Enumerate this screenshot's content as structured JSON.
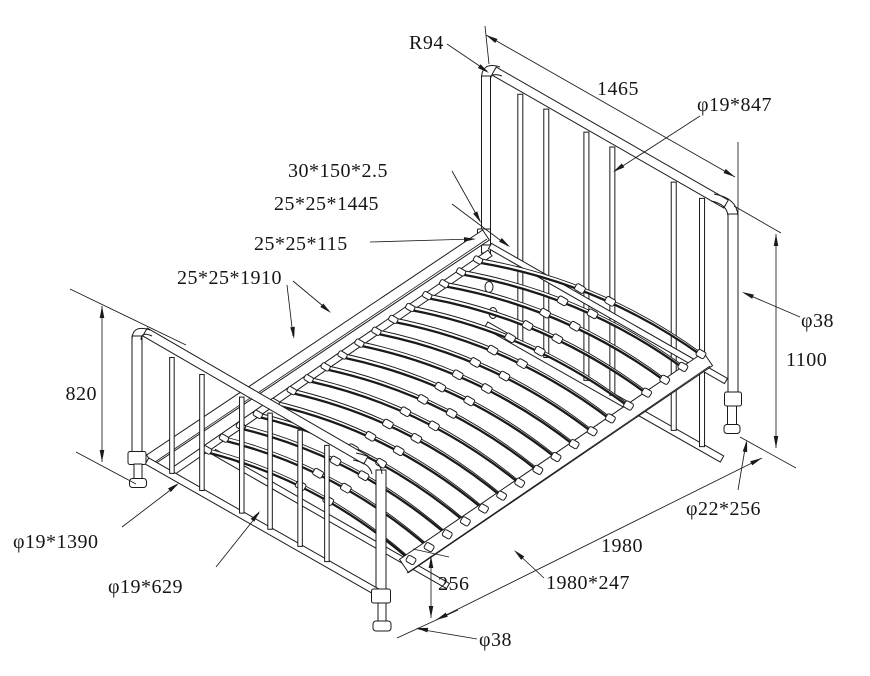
{
  "drawing": {
    "description": "Isometric CAD line drawing of a metal tube bed frame with curved sprung slats and dimension callouts",
    "background": "#ffffff",
    "line_color": "#1a1a1a"
  },
  "labels": {
    "corner_radius": "R94",
    "headboard_width": "1465",
    "headboard_spindle_tube": "φ19*847",
    "side_rail_profile": "30*150*2.5",
    "head_cross_tube": "25*25*1445",
    "connector_tube": "25*25*115",
    "slat_rail_tube": "25*25*1910",
    "footboard_height": "820",
    "footboard_bottom_tube": "φ19*1390",
    "footboard_spindle_tube": "φ19*629",
    "post_diameter": "φ38",
    "headboard_height": "1100",
    "leg_tube": "φ22*256",
    "bed_length": "1980",
    "side_panel": "1980*247",
    "rail_floor_height": "256",
    "foot_diameter": "φ38"
  }
}
